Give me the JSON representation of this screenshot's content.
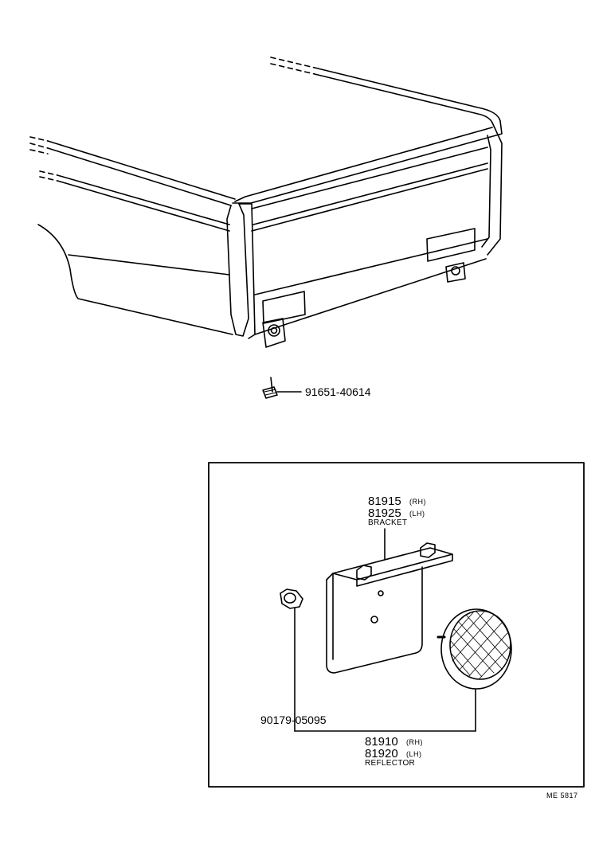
{
  "parts": {
    "bolt": {
      "number": "91651-40614"
    },
    "bracket": {
      "number_rh": "81915",
      "side_rh": "(RH)",
      "number_lh": "81925",
      "side_lh": "(LH)",
      "name": "BRACKET"
    },
    "nut": {
      "number": "90179-05095"
    },
    "reflector": {
      "number_rh": "81910",
      "side_rh": "(RH)",
      "number_lh": "81920",
      "side_lh": "(LH)",
      "name": "REFLECTOR"
    }
  },
  "figure_code": "ME 5817"
}
